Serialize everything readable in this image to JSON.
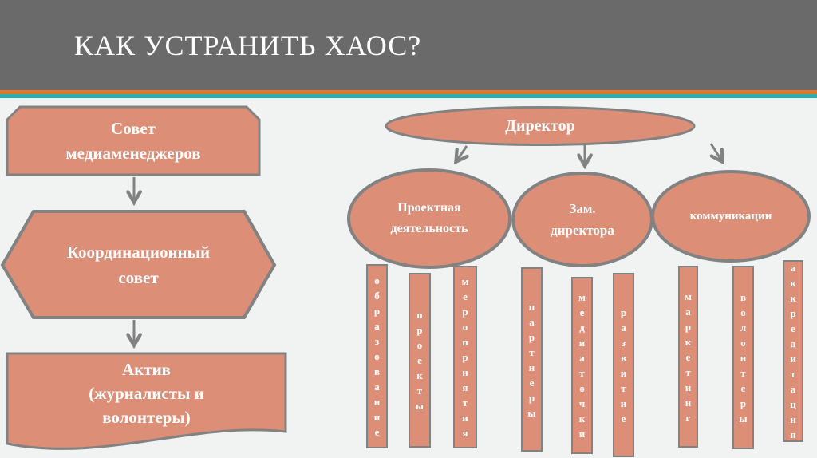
{
  "slide": {
    "title": "КАК УСТРАНИТЬ ХАОС?"
  },
  "theme": {
    "header_bg": "#6A6A6A",
    "stripe_orange": "#E0772B",
    "stripe_teal": "#2BAEAC",
    "canvas_bg": "#F1F2F2",
    "shape_fill": "#DC8E76",
    "shape_border": "#828282",
    "text_color": "#FFFFFF"
  },
  "left_flow": {
    "nodes": [
      {
        "shape": "snipped-rectangle",
        "label": "Совет медиаменеджеров",
        "lines": [
          "Совет",
          "медиаменеджеров"
        ]
      },
      {
        "shape": "hexagon",
        "label": "Координационный совет",
        "lines": [
          "Координационный",
          "совет"
        ]
      },
      {
        "shape": "document",
        "label": "Актив (журналисты и волонтеры)",
        "lines": [
          "Актив",
          "(журналисты и",
          "волонтеры)"
        ]
      }
    ]
  },
  "org_chart": {
    "root": {
      "label": "Директор"
    },
    "branches": [
      {
        "label": "Проектная деятельность",
        "lines": [
          "Проектная",
          "деятельность"
        ],
        "children": [
          "образование",
          "проекты",
          "мероприятия"
        ]
      },
      {
        "label": "Зам. директора",
        "lines": [
          "Зам.",
          "директора"
        ],
        "children": [
          "партнеры",
          "медиаточки",
          "развитие"
        ]
      },
      {
        "label": "коммуникации",
        "lines": [
          "коммуникации"
        ],
        "children": [
          "маркетинг",
          "волонтеры",
          "аккредитация"
        ]
      }
    ]
  }
}
